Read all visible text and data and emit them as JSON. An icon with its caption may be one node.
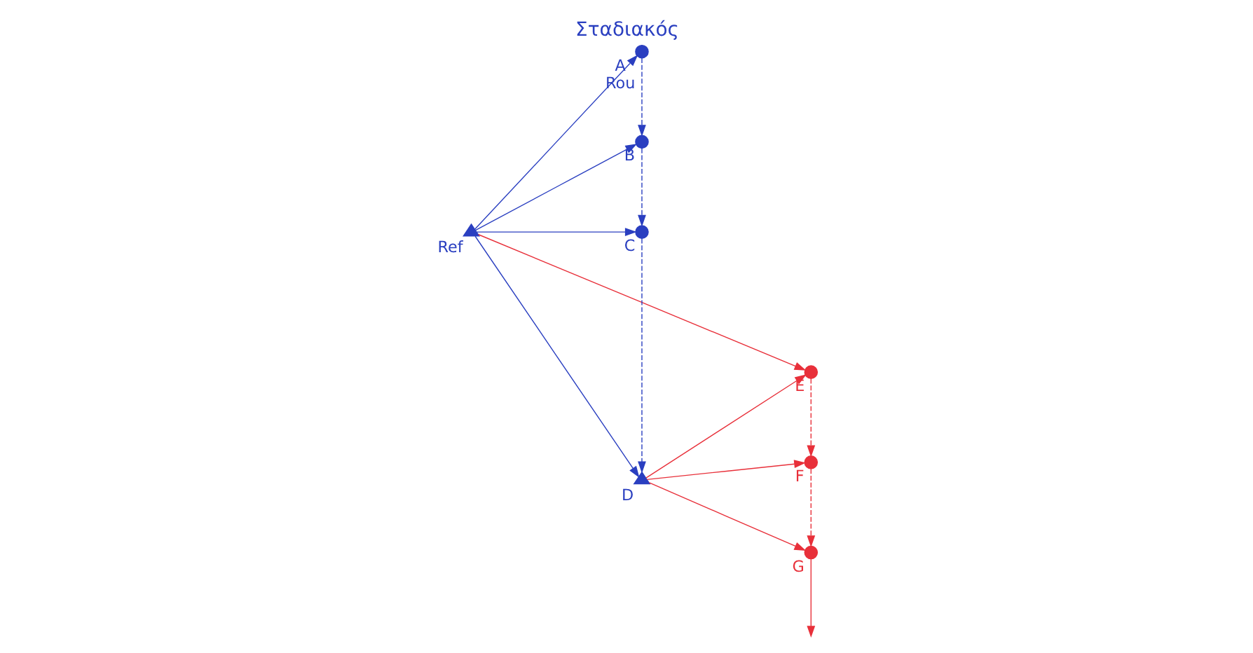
{
  "diagram": {
    "title": "Σταδιακός",
    "nodes": [
      {
        "text": [
          "Ref"
        ]
      },
      {
        "text": [
          "A"
        ],
        "beside": [
          "Rou"
        ]
      },
      {
        "text": [
          "B"
        ]
      },
      {
        "text": [
          "C"
        ]
      },
      {
        "text": [
          "D"
        ]
      },
      {
        "text": [
          "E"
        ]
      },
      {
        "text": [
          "F"
        ]
      },
      {
        "text": [
          "G"
        ]
      }
    ],
    "edges": [
      {
        "from": 0,
        "to": 1,
        "arrow": "to",
        "color": "#2a3fc0"
      },
      {
        "from": 0,
        "to": 2,
        "arrow": "to",
        "color": "#2a3fc0"
      },
      {
        "from": 0,
        "to": 3,
        "arrow": "to",
        "color": "#2a3fc0"
      },
      {
        "from": 0,
        "to": 4,
        "arrow": "to",
        "color": "#2a3fc0"
      },
      {
        "from": 0,
        "to": 5,
        "arrow": "to",
        "color": "#e8303a"
      },
      {
        "from": 1,
        "to": 2,
        "arrow": "to",
        "style": "dashed",
        "color": "#2a3fc0"
      },
      {
        "from": 2,
        "to": 3,
        "arrow": "to",
        "style": "dashed",
        "color": "#2a3fc0"
      },
      {
        "from": 3,
        "to": 4,
        "arrow": "to",
        "style": "dashed",
        "color": "#2a3fc0"
      },
      {
        "from": 4,
        "to": 5,
        "arrow": "to",
        "color": "#e8303a"
      },
      {
        "from": 4,
        "to": 6,
        "arrow": "to",
        "color": "#e8303a"
      },
      {
        "from": 4,
        "to": 7,
        "arrow": "to",
        "color": "#e8303a"
      },
      {
        "from": 5,
        "to": 6,
        "arrow": "to",
        "style": "dashed",
        "color": "#e8303a"
      },
      {
        "from": 6,
        "to": 7,
        "arrow": "to",
        "style": "dashed",
        "color": "#e8303a"
      },
      {
        "from": 7,
        "to": null,
        "arrow": "to",
        "color": "#e8303a"
      }
    ]
  }
}
